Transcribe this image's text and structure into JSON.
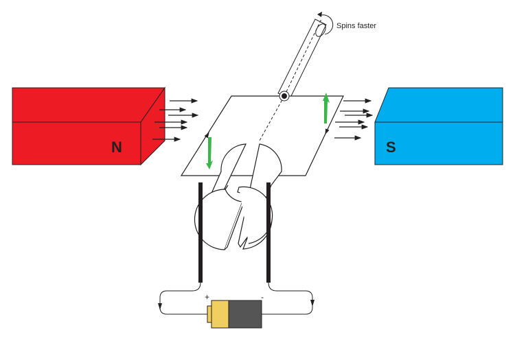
{
  "diagram": {
    "north_label": "N",
    "south_label": "S",
    "rotation_label": "Spins faster",
    "battery_plus": "+",
    "battery_minus": "-"
  },
  "colors": {
    "north": "#ed1c24",
    "south": "#00aeef",
    "force_arrow": "#39b54a",
    "battery_positive": "#f0cf60",
    "battery_negative": "#555555"
  }
}
